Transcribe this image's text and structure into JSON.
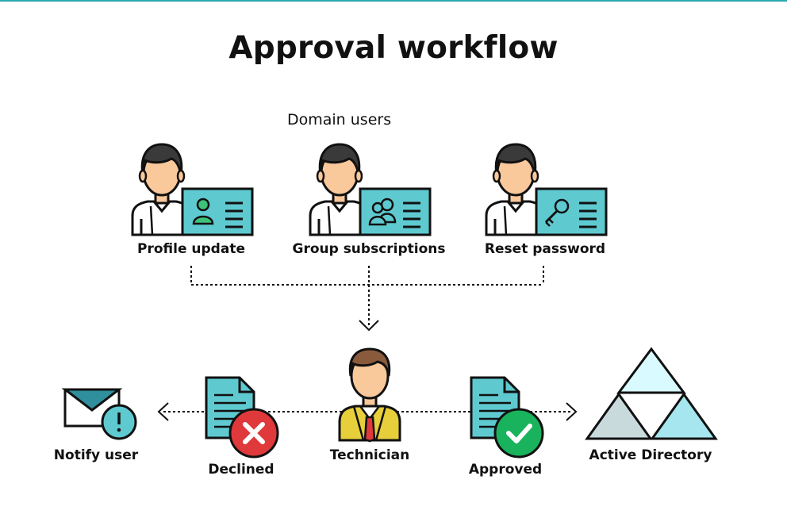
{
  "title": "Approval workflow",
  "subtitle": "Domain users",
  "requests": [
    {
      "label": "Profile update",
      "icon": "user-card-icon"
    },
    {
      "label": "Group subscriptions",
      "icon": "group-card-icon"
    },
    {
      "label": "Reset password",
      "icon": "key-card-icon"
    }
  ],
  "technician": {
    "label": "Technician"
  },
  "declined": {
    "label": "Declined"
  },
  "approved": {
    "label": "Approved"
  },
  "notify": {
    "label": "Notify user"
  },
  "active_directory": {
    "label": "Active Directory"
  },
  "colors": {
    "accent_teal": "#5fc9d0",
    "declined_red": "#e0393b",
    "approved_green": "#18b35c",
    "skin": "#f9c89b",
    "hair": "#3a3a3a",
    "technician_jacket": "#e6cf3a"
  }
}
